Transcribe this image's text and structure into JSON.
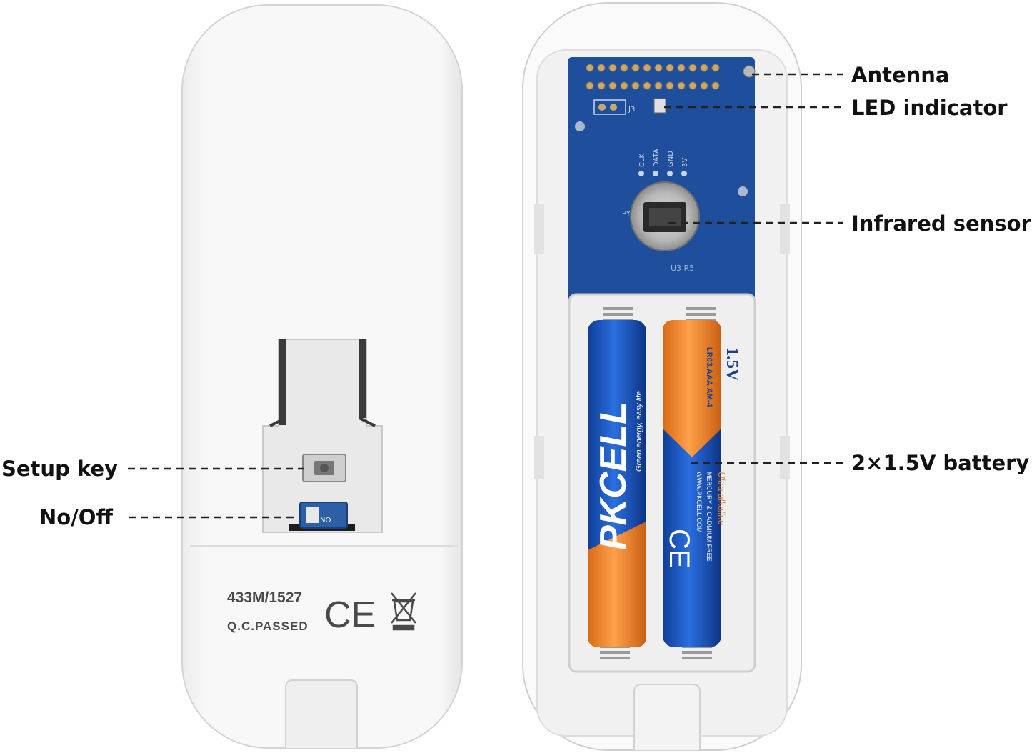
{
  "callouts": {
    "antenna": "Antenna",
    "led_indicator": "LED indicator",
    "infrared_sensor": "Infrared sensor",
    "battery": "2×1.5V battery",
    "setup_key": "Setup key",
    "power_switch": "No/Off"
  },
  "back_cover": {
    "model": "433M/1527",
    "qc": "Q.C.PASSED",
    "ce_mark": "CE",
    "switch_marking": "NO"
  },
  "pcb": {
    "pins": [
      "CLK",
      "DATA",
      "GND",
      "3V"
    ],
    "jumper": "J3",
    "sensor_prefix": "PY",
    "silkscreen": "U3 R5"
  },
  "batteries": {
    "left": {
      "brand": "PKCELL",
      "slogan": "Green energy, easy life"
    },
    "right": {
      "voltage": "1.5V",
      "code": "LR03.AAA.AM-4",
      "type": "Ultra alkaline",
      "note": "MERCURY & CADMIUM FREE",
      "url": "WWW.PKCELL.COM",
      "ce_mark": "CE"
    }
  },
  "colors": {
    "pcb": "#1f4f9c",
    "battery_blue": "#1b5fc8",
    "battery_orange": "#f0842a",
    "housing": "#f6f6f6"
  }
}
